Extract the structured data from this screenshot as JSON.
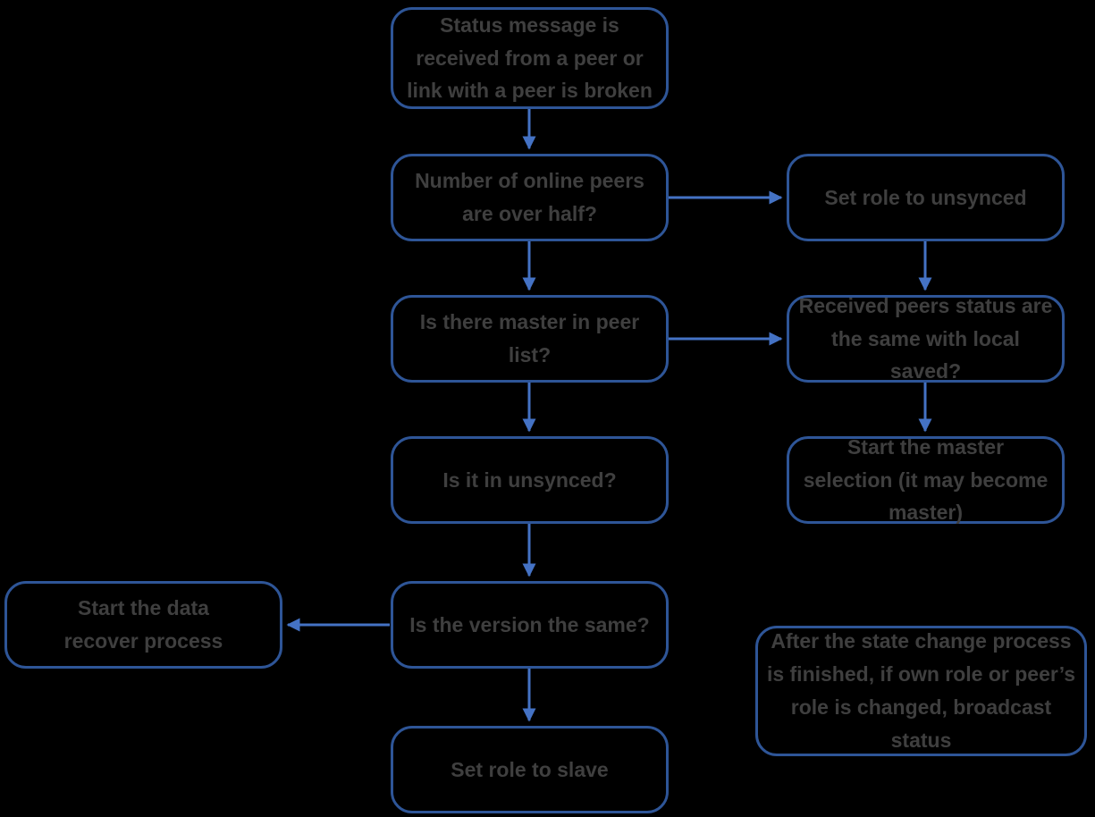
{
  "diagram": {
    "colors": {
      "background": "#000000",
      "node_border": "#2E5597",
      "node_text": "#3F3F3F",
      "arrow": "#4472C4"
    },
    "nodes": [
      {
        "id": "status-received",
        "label": "Status message is received from a peer or link with a peer is broken"
      },
      {
        "id": "online-peers-over-half",
        "label": "Number of online peers are over half?"
      },
      {
        "id": "set-role-unsynced",
        "label": "Set role to unsynced"
      },
      {
        "id": "master-in-peer-list",
        "label": "Is there master in peer list?"
      },
      {
        "id": "peers-status-same",
        "label": "Received peers status are the same with local saved?"
      },
      {
        "id": "is-in-unsynced",
        "label": "Is it in unsynced?"
      },
      {
        "id": "start-master-selection",
        "label": "Start the master selection (it may become master)"
      },
      {
        "id": "start-data-recover",
        "label": "Start the data recover process"
      },
      {
        "id": "version-same",
        "label": "Is the version the same?"
      },
      {
        "id": "broadcast-note",
        "label": "After the state change process is finished, if own role or peer’s role is changed, broadcast status"
      },
      {
        "id": "set-role-slave",
        "label": "Set role to slave"
      }
    ],
    "edges": [
      {
        "from": "status-received",
        "to": "online-peers-over-half",
        "direction": "down"
      },
      {
        "from": "online-peers-over-half",
        "to": "set-role-unsynced",
        "direction": "right"
      },
      {
        "from": "online-peers-over-half",
        "to": "master-in-peer-list",
        "direction": "down"
      },
      {
        "from": "set-role-unsynced",
        "to": "peers-status-same",
        "direction": "down"
      },
      {
        "from": "master-in-peer-list",
        "to": "peers-status-same",
        "direction": "right"
      },
      {
        "from": "master-in-peer-list",
        "to": "is-in-unsynced",
        "direction": "down"
      },
      {
        "from": "peers-status-same",
        "to": "start-master-selection",
        "direction": "down"
      },
      {
        "from": "is-in-unsynced",
        "to": "version-same",
        "direction": "down"
      },
      {
        "from": "version-same",
        "to": "start-data-recover",
        "direction": "left"
      },
      {
        "from": "version-same",
        "to": "set-role-slave",
        "direction": "down"
      }
    ]
  }
}
